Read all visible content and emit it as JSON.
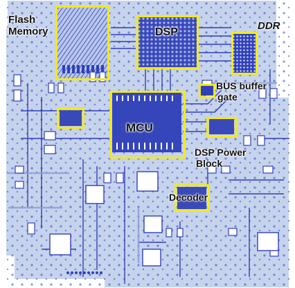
{
  "labels": {
    "flash_line1": "Flash",
    "flash_line2": "Memory",
    "dsp": "DSP",
    "ddr": "DDR",
    "bus_line1": "BUS buffer",
    "bus_line2": "gate",
    "mcu": "MCU",
    "dsp_power_line1": "DSP Power",
    "dsp_power_line2": "Block",
    "decoder": "Decoder"
  },
  "colors": {
    "board_background": "#c6d3ec",
    "trace": "#2f40b8",
    "trace_light": "#8fa0dc",
    "silkscreen": "#ffffff",
    "highlight_box": "#f2ea1a",
    "label_text": "#111111"
  }
}
